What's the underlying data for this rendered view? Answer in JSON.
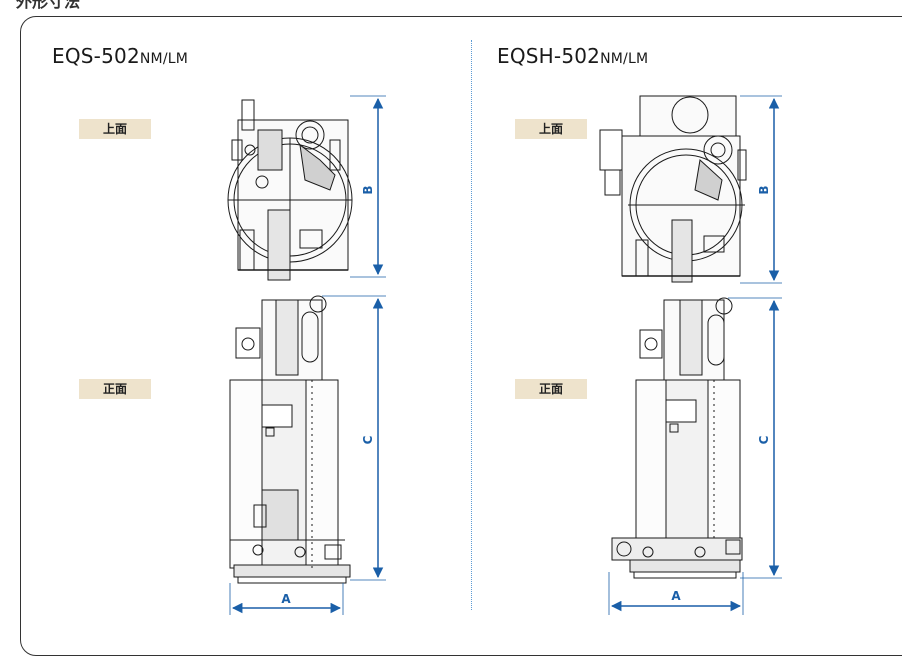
{
  "page": {
    "section_title": "外形寸法"
  },
  "left_panel": {
    "model_main": "EQS-502",
    "model_suffix": "NM/LM",
    "top_view_label": "上面",
    "front_view_label": "正面",
    "dimensions": {
      "a": "A",
      "b": "B",
      "c": "C"
    }
  },
  "right_panel": {
    "model_main": "EQSH-502",
    "model_suffix": "NM/LM",
    "top_view_label": "上面",
    "front_view_label": "正面",
    "dimensions": {
      "a": "A",
      "b": "B",
      "c": "C"
    }
  },
  "colors": {
    "dimension_line": "#1a5fa8",
    "label_background": "#eee3cc",
    "frame": "#333333",
    "divider": "#5b9bd5"
  }
}
